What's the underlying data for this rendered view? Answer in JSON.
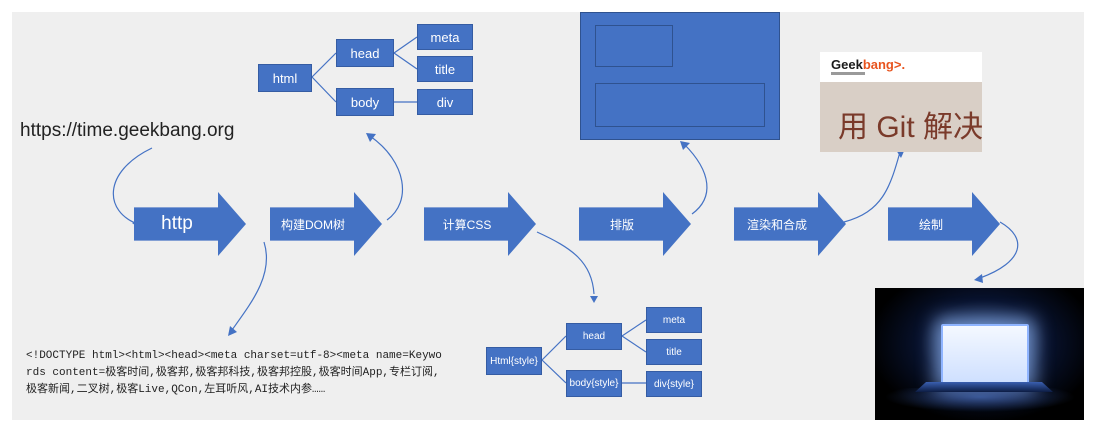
{
  "url_text": "https://time.geekbang.org",
  "pipeline": {
    "http": "http",
    "build_dom": "构建DOM树",
    "compute_css": "计算CSS",
    "layout": "排版",
    "render_composite": "渲染和合成",
    "paint": "绘制"
  },
  "dom_tree": {
    "html": "html",
    "head": "head",
    "body": "body",
    "meta": "meta",
    "title": "title",
    "div": "div"
  },
  "style_tree": {
    "html": "Html{style}",
    "head": "head",
    "body": "body{style}",
    "meta": "meta",
    "title": "title",
    "div": "div{style}"
  },
  "source_code": "<!DOCTYPE html><html><head><meta charset=utf-8><meta name=Keywords content=极客时间,极客邦,极客邦科技,极客邦控股,极客时间App,专栏订阅,极客新闻,二叉树,极客Live,QCon,左耳听风,AI技术内参……",
  "screenshot_preview": {
    "logo_main": "Geek",
    "logo_accent": "bang",
    "logo_suffix": ">.",
    "headline": "用 Git 解决"
  },
  "colors": {
    "node_fill": "#4472c4",
    "line": "#4472c4",
    "background": "#efefef"
  }
}
